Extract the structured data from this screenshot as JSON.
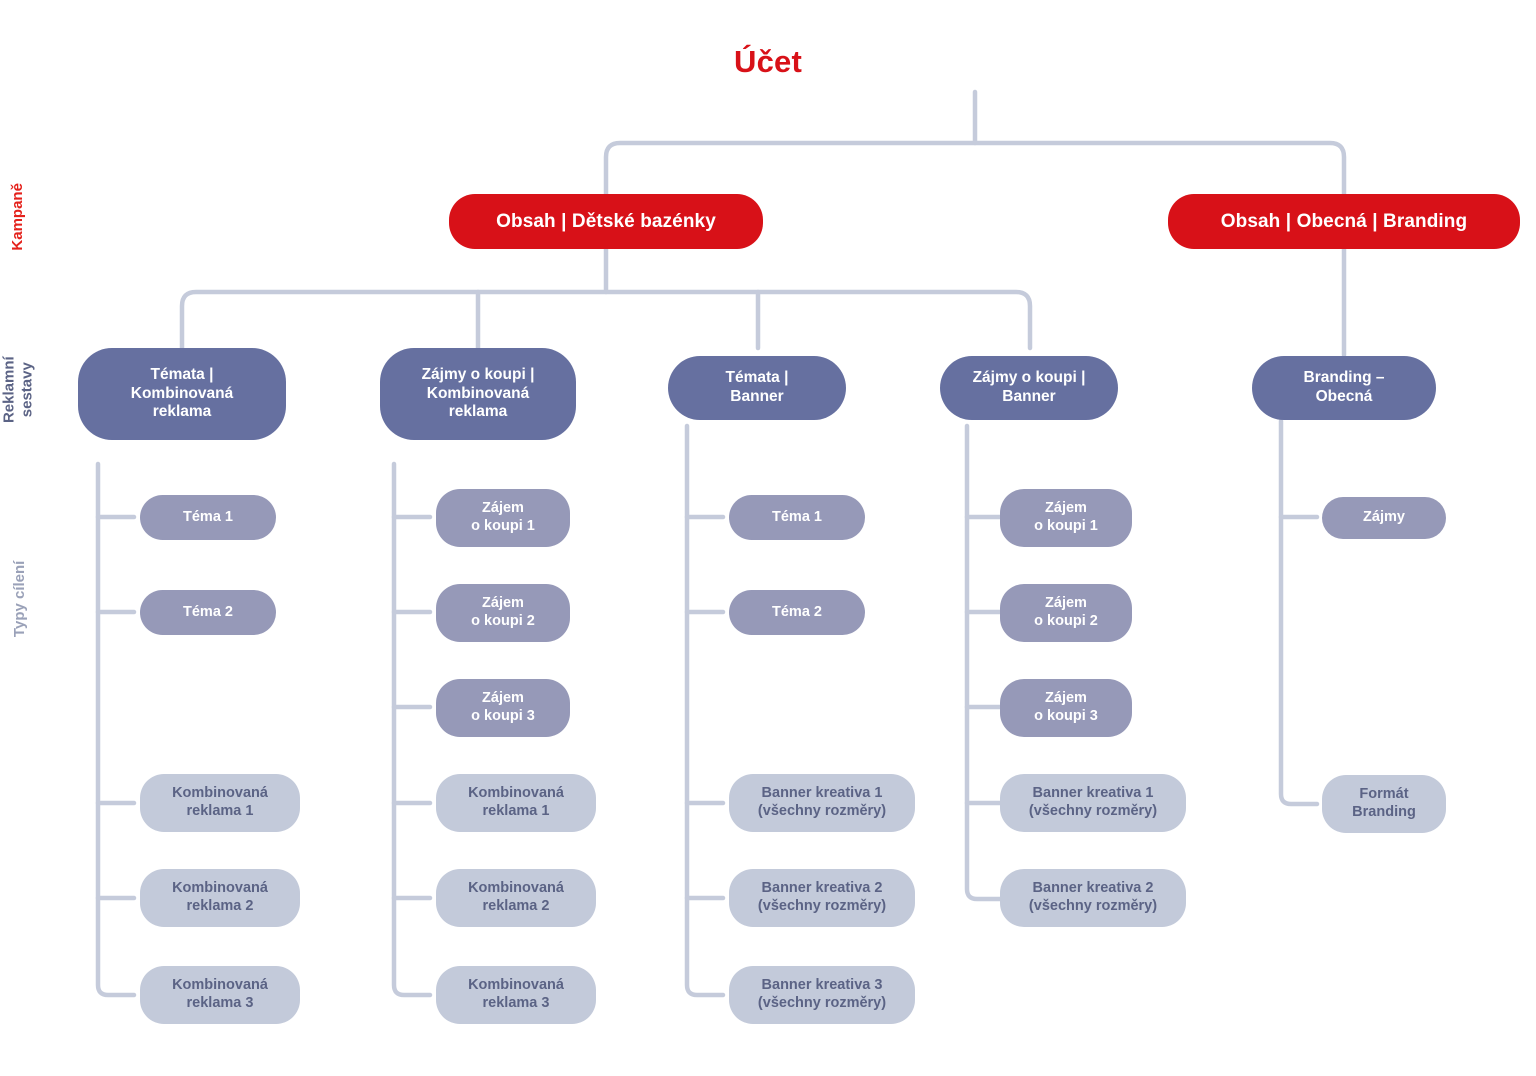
{
  "diagram": {
    "root_label": "Účet",
    "colors": {
      "campaign": "#d81118",
      "adgroup": "#6670a0",
      "targeting": "#9699b8",
      "creative": "#c3cada",
      "connector": "#c5cbdb",
      "rail_campaigns": "#e4211b",
      "rail_adgroups": "#5b6385",
      "rail_targeting": "#9aa1b8"
    },
    "rails": {
      "campaigns": "Kampaně",
      "adgroups": "Reklamní\nsestavy",
      "targeting": "Typy cílení"
    },
    "campaigns": [
      {
        "label": "Obsah | Dětské bazénky"
      },
      {
        "label": "Obsah | Obecná | Branding"
      }
    ],
    "adgroups": [
      {
        "label": "Témata |\nKombinovaná\nreklama"
      },
      {
        "label": "Zájmy o koupi |\nKombinovaná\nreklama"
      },
      {
        "label": "Témata |\nBanner"
      },
      {
        "label": "Zájmy o koupi |\nBanner"
      },
      {
        "label": "Branding –\nObecná"
      }
    ],
    "columns": [
      {
        "targeting": [
          {
            "label": "Téma 1"
          },
          {
            "label": "Téma 2"
          }
        ],
        "creatives": [
          {
            "label": "Kombinovaná\nreklama 1"
          },
          {
            "label": "Kombinovaná\nreklama 2"
          },
          {
            "label": "Kombinovaná\nreklama 3"
          }
        ]
      },
      {
        "targeting": [
          {
            "label": "Zájem\no koupi 1"
          },
          {
            "label": "Zájem\no koupi 2"
          },
          {
            "label": "Zájem\no koupi 3"
          }
        ],
        "creatives": [
          {
            "label": "Kombinovaná\nreklama 1"
          },
          {
            "label": "Kombinovaná\nreklama 2"
          },
          {
            "label": "Kombinovaná\nreklama 3"
          }
        ]
      },
      {
        "targeting": [
          {
            "label": "Téma 1"
          },
          {
            "label": "Téma 2"
          }
        ],
        "creatives": [
          {
            "label": "Banner kreativa 1\n(všechny rozměry)"
          },
          {
            "label": "Banner kreativa 2\n(všechny rozměry)"
          },
          {
            "label": "Banner kreativa 3\n(všechny rozměry)"
          }
        ]
      },
      {
        "targeting": [
          {
            "label": "Zájem\no koupi 1"
          },
          {
            "label": "Zájem\no koupi 2"
          },
          {
            "label": "Zájem\no koupi 3"
          }
        ],
        "creatives": [
          {
            "label": "Banner kreativa 1\n(všechny rozměry)"
          },
          {
            "label": "Banner kreativa 2\n(všechny rozměry)"
          }
        ]
      },
      {
        "targeting": [
          {
            "label": "Zájmy"
          }
        ],
        "creatives": [
          {
            "label": "Formát\nBranding"
          }
        ]
      }
    ]
  }
}
